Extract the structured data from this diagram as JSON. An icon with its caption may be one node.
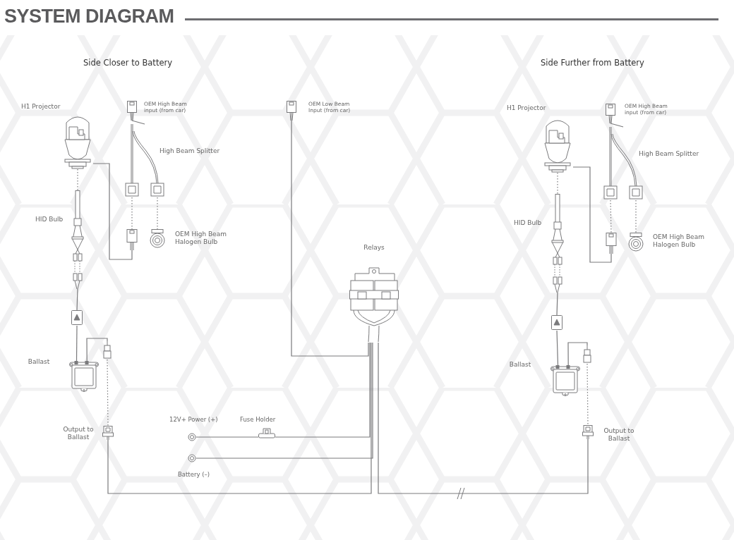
{
  "diagram": {
    "title": "SYSTEM DIAGRAM",
    "nodes": [
      {
        "text": [],
        "shape": "picture",
        "beside": [
          "H1 Projector"
        ]
      },
      {
        "text": [],
        "shape": "picture",
        "beside": [
          "OEM High Beam input (from car)"
        ]
      },
      {
        "text": [],
        "shape": "picture",
        "beside": [
          "High Beam Splitter"
        ]
      },
      {
        "text": [],
        "shape": "picture"
      },
      {
        "text": [],
        "shape": "picture",
        "beside": [
          "OEM High Beam Halogen Bulb"
        ]
      },
      {
        "text": [],
        "shape": "picture",
        "beside": [
          "HID Bulb"
        ]
      },
      {
        "text": [],
        "shape": "picture"
      },
      {
        "text": [],
        "shape": "picture",
        "beside": [
          "Ballast"
        ]
      },
      {
        "text": [],
        "shape": "picture"
      },
      {
        "text": [],
        "shape": "picture",
        "beside": [
          "Output to Ballast"
        ]
      },
      {
        "text": [],
        "shape": "picture",
        "beside": [
          "OEM Low Beam Input (from car)"
        ]
      },
      {
        "text": [],
        "shape": "picture",
        "beside": [
          "Relays"
        ]
      },
      {
        "text": [],
        "shape": "circle",
        "beside": [
          "12V+ Power (+)"
        ]
      },
      {
        "text": [],
        "shape": "picture",
        "beside": [
          "Fuse Holder"
        ]
      },
      {
        "text": [],
        "shape": "circle",
        "beside": [
          "Battery (–)"
        ]
      },
      {
        "text": [],
        "shape": "picture",
        "beside": [
          "H1 Projector"
        ]
      },
      {
        "text": [],
        "shape": "picture",
        "beside": [
          "OEM High Beam input (from car)"
        ]
      },
      {
        "text": [],
        "shape": "picture",
        "beside": [
          "High Beam Splitter"
        ]
      },
      {
        "text": [],
        "shape": "picture"
      },
      {
        "text": [],
        "shape": "picture",
        "beside": [
          "OEM High Beam Halogen Bulb"
        ]
      },
      {
        "text": [],
        "shape": "picture",
        "beside": [
          "HID Bulb"
        ]
      },
      {
        "text": [],
        "shape": "picture"
      },
      {
        "text": [],
        "shape": "picture",
        "beside": [
          "Ballast"
        ]
      },
      {
        "text": [],
        "shape": "picture"
      },
      {
        "text": [],
        "shape": "picture",
        "beside": [
          "Output to Ballast"
        ]
      }
    ],
    "edges": [
      {
        "from": 1,
        "to": 2,
        "arrow": "none"
      },
      {
        "from": 2,
        "to": 3,
        "arrow": "none",
        "style": "dashed"
      },
      {
        "from": 2,
        "to": 4,
        "arrow": "none",
        "style": "dashed"
      },
      {
        "from": 3,
        "to": 0,
        "arrow": "none"
      },
      {
        "from": 0,
        "to": 5,
        "arrow": "none",
        "style": "dashed"
      },
      {
        "from": 5,
        "to": 6,
        "arrow": "none"
      },
      {
        "from": 6,
        "to": 7,
        "arrow": "none"
      },
      {
        "from": 7,
        "to": 8,
        "arrow": "none"
      },
      {
        "from": 8,
        "to": 9,
        "arrow": "none",
        "style": "dashed"
      },
      {
        "from": 9,
        "to": 11,
        "arrow": "none"
      },
      {
        "from": 10,
        "to": 11,
        "arrow": "none"
      },
      {
        "from": 12,
        "to": 13,
        "arrow": "none"
      },
      {
        "from": 13,
        "to": 11,
        "arrow": "none"
      },
      {
        "from": 14,
        "to": 11,
        "arrow": "none"
      },
      {
        "from": 24,
        "to": 11,
        "arrow": "none"
      },
      {
        "from": 16,
        "to": 17,
        "arrow": "none"
      },
      {
        "from": 17,
        "to": 18,
        "arrow": "none",
        "style": "dashed"
      },
      {
        "from": 17,
        "to": 19,
        "arrow": "none",
        "style": "dashed"
      },
      {
        "from": 18,
        "to": 15,
        "arrow": "none"
      },
      {
        "from": 15,
        "to": 20,
        "arrow": "none",
        "style": "dashed"
      },
      {
        "from": 20,
        "to": 21,
        "arrow": "none"
      },
      {
        "from": 21,
        "to": 22,
        "arrow": "none"
      },
      {
        "from": 22,
        "to": 23,
        "arrow": "none"
      },
      {
        "from": 23,
        "to": 24,
        "arrow": "none",
        "style": "dashed"
      }
    ],
    "labels": [
      "Side Closer to Battery",
      "Side Further from Battery"
    ]
  }
}
